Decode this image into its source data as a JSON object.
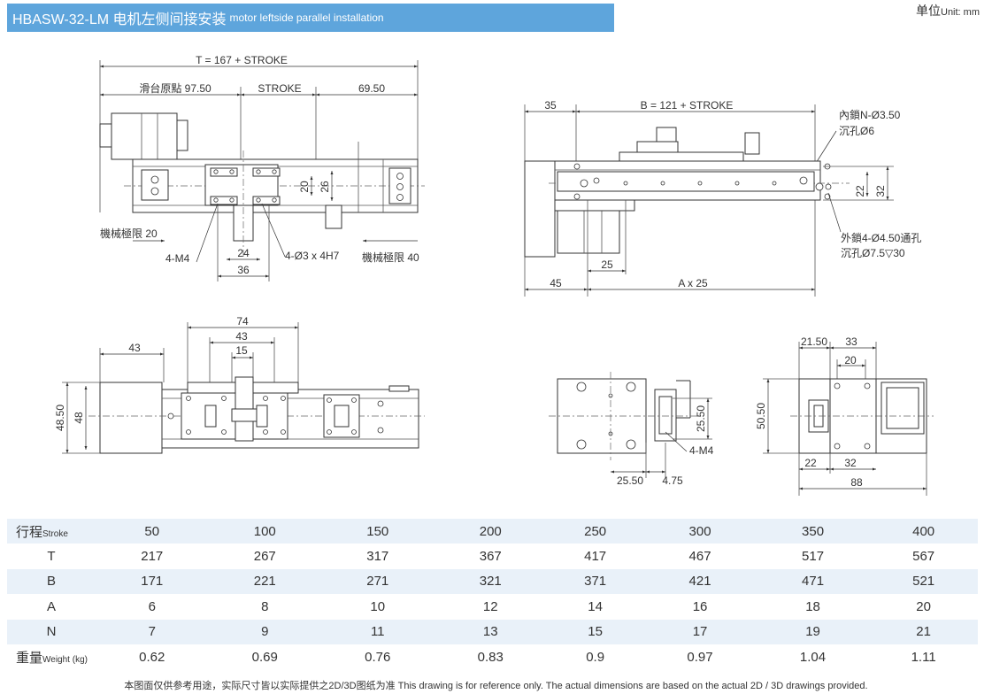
{
  "header": {
    "title": "HBASW-32-LM 电机左侧间接安装",
    "subtitle": "motor leftside parallel installation",
    "unit_label": "单位",
    "unit_value": "Unit: mm"
  },
  "drawing": {
    "top_view": {
      "t_dim": "T = 167 + STROKE",
      "origin_dim": "滑台原點 97.50",
      "stroke_dim": "STROKE",
      "right_dim": "69.50",
      "dim_20": "20",
      "dim_26": "26",
      "mech_limit_left": "機械極限 20",
      "mech_limit_right": "機械極限 40",
      "m4_label": "4-M4",
      "pin_label": "4-Ø3 x 4H7",
      "dim_24": "24",
      "dim_36": "36"
    },
    "side_view": {
      "dim_35": "35",
      "b_dim": "B = 121 + STROKE",
      "inner_lock_1": "內鎖N-Ø3.50",
      "inner_lock_2": "沉孔Ø6",
      "dim_22": "22",
      "dim_32": "32",
      "outer_lock_1": "外鎖4-Ø4.50通孔",
      "outer_lock_2": "沉孔Ø7.5▽30",
      "dim_25": "25",
      "dim_45": "45",
      "a_dim": "A x 25"
    },
    "front_view": {
      "dim_74": "74",
      "dim_43b": "43",
      "dim_15": "15",
      "dim_43a": "43",
      "dim_4850": "48.50",
      "dim_48": "48"
    },
    "end_view": {
      "dim_2550v": "25.50",
      "m4_label": "4-M4",
      "dim_2550h": "25.50",
      "dim_475": "4.75"
    },
    "right_view": {
      "dim_2150": "21.50",
      "dim_33": "33",
      "dim_20": "20",
      "dim_5050": "50.50",
      "dim_22": "22",
      "dim_32": "32",
      "dim_88": "88"
    }
  },
  "spec_table": {
    "rows": [
      {
        "label": "行程",
        "label_sub": "Stroke",
        "values": [
          "50",
          "100",
          "150",
          "200",
          "250",
          "300",
          "350",
          "400"
        ]
      },
      {
        "label": "T",
        "label_sub": "",
        "values": [
          "217",
          "267",
          "317",
          "367",
          "417",
          "467",
          "517",
          "567"
        ]
      },
      {
        "label": "B",
        "label_sub": "",
        "values": [
          "171",
          "221",
          "271",
          "321",
          "371",
          "421",
          "471",
          "521"
        ]
      },
      {
        "label": "A",
        "label_sub": "",
        "values": [
          "6",
          "8",
          "10",
          "12",
          "14",
          "16",
          "18",
          "20"
        ]
      },
      {
        "label": "N",
        "label_sub": "",
        "values": [
          "7",
          "9",
          "11",
          "13",
          "15",
          "17",
          "19",
          "21"
        ]
      },
      {
        "label": "重量",
        "label_sub": "Weight (kg)",
        "values": [
          "0.62",
          "0.69",
          "0.76",
          "0.83",
          "0.9",
          "0.97",
          "1.04",
          "1.11"
        ]
      }
    ]
  },
  "footnote": "本图面仅供参考用途，实际尺寸皆以实际提供之2D/3D图纸为准 This drawing is for reference only. The actual dimensions are based on the actual 2D / 3D drawings provided."
}
